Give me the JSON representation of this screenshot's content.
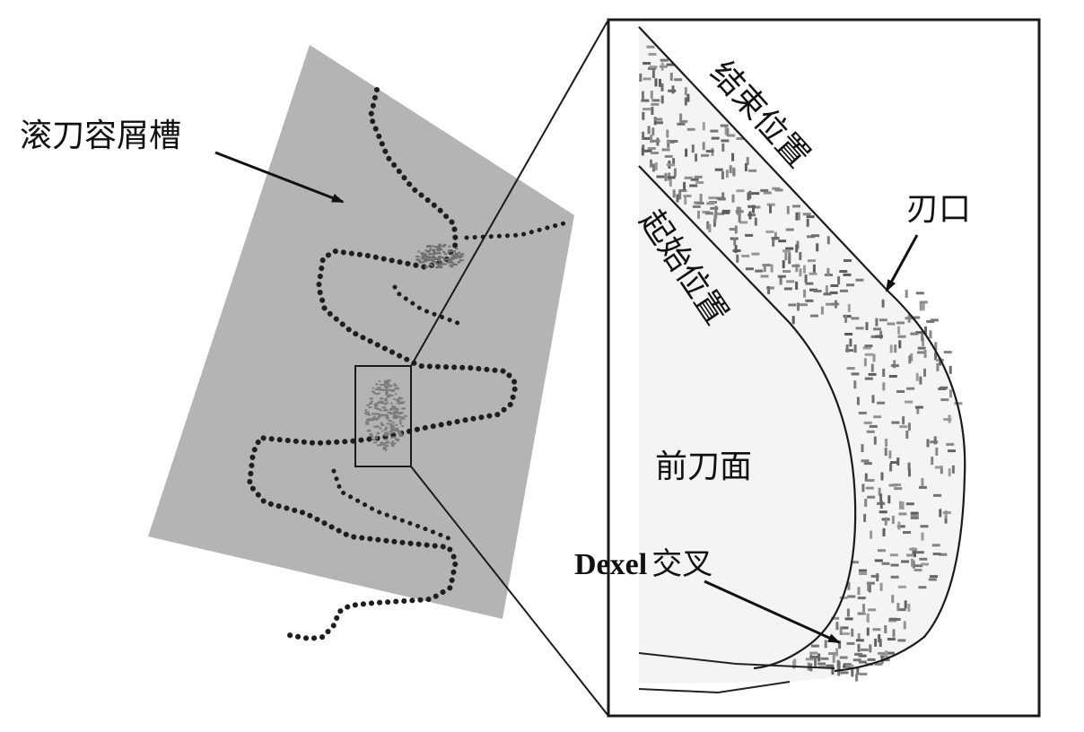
{
  "labels": {
    "hob_flute": "滚刀容屑槽",
    "end_position": "结束位置",
    "cutting_edge": "刃口",
    "start_position": "起始位置",
    "rake_face": "前刀面",
    "dexel_intersection_prefix": "Dexel",
    "dexel_intersection_suffix": "交叉"
  },
  "colors": {
    "hob_body": "#b4b4b4",
    "dots": "#1e1e1e",
    "zoom_background": "#f4f4f4",
    "outline": "#1a1a1a"
  }
}
